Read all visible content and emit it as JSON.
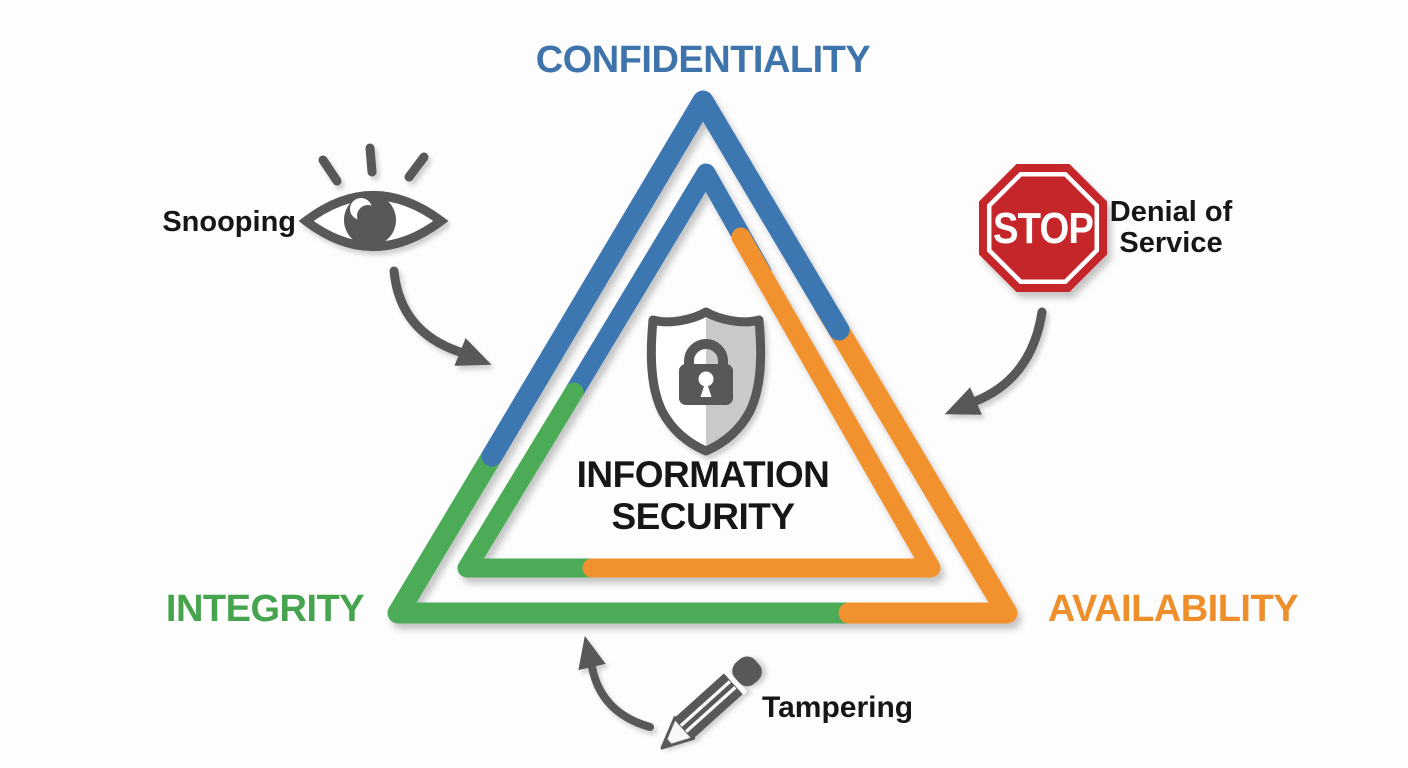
{
  "diagram": {
    "title_top": "CONFIDENTIALITY",
    "label_bottom_left": "INTEGRITY",
    "label_bottom_right": "AVAILABILITY",
    "center_line1": "INFORMATION",
    "center_line2": "SECURITY"
  },
  "threats": {
    "snooping_label": "Snooping",
    "dos_line1": "Denial of",
    "dos_line2": "Service",
    "stop_sign_text": "STOP",
    "tampering_label": "Tampering"
  },
  "icons": {
    "eye": "eye-icon",
    "stop_sign": "stop-sign-icon",
    "shield_lock": "shield-lock-icon",
    "pencil": "pencil-icon",
    "arrow_snooping": "curved-arrow-icon",
    "arrow_dos": "curved-arrow-icon",
    "arrow_tampering": "curved-arrow-icon"
  },
  "colors": {
    "confidentiality_blue": "#3d77b2",
    "integrity_green": "#4cab57",
    "availability_orange": "#f2922f",
    "title_blue": "#3e74ab",
    "title_green": "#46a44f",
    "title_orange": "#ee8f2b",
    "stop_red": "#c5282c",
    "icon_gray": "#58585a",
    "text_black": "#161616",
    "shield_half_gray": "#c9c9c9",
    "background": "#fdfdfd"
  }
}
